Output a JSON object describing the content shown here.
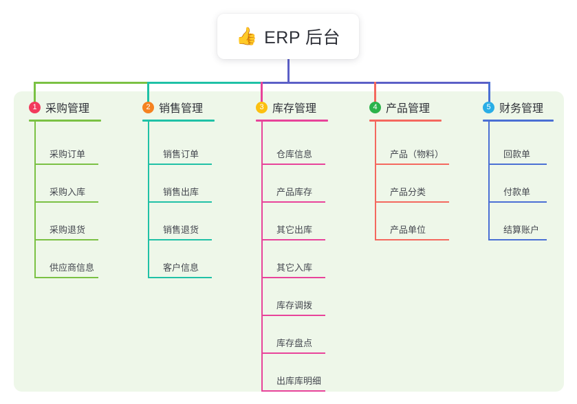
{
  "title": {
    "emoji": "👍",
    "emoji_name": "thumbs-up-emoji",
    "text": "ERP 后台"
  },
  "palette": {
    "panel_bg": "#eef7e9",
    "card_bg": "#ffffff",
    "text": "#2f3138",
    "item_text": "#44474f",
    "green": "#7ac143",
    "teal": "#1fc1a6",
    "pink": "#e8439a",
    "salmon": "#f4685e",
    "blue": "#4a6fd4",
    "purple": "#5b5fc7",
    "badge1": "#f23a5c",
    "badge2": "#f58220",
    "badge3": "#fcc010",
    "badge4": "#2bb34b",
    "badge5": "#2aaee6"
  },
  "columns": [
    {
      "index": "1",
      "badge_color": "#f23a5c",
      "line_color": "#7ac143",
      "title": "采购管理",
      "items": [
        "采购订单",
        "采购入库",
        "采购退货",
        "供应商信息"
      ]
    },
    {
      "index": "2",
      "badge_color": "#f58220",
      "line_color": "#1fc1a6",
      "title": "销售管理",
      "items": [
        "销售订单",
        "销售出库",
        "销售退货",
        "客户信息"
      ]
    },
    {
      "index": "3",
      "badge_color": "#fcc010",
      "line_color": "#e8439a",
      "title": "库存管理",
      "items": [
        "仓库信息",
        "产品库存",
        "其它出库",
        "其它入库",
        "库存调拨",
        "库存盘点",
        "出库库明细"
      ]
    },
    {
      "index": "4",
      "badge_color": "#2bb34b",
      "line_color": "#f4685e",
      "title": "产品管理",
      "items": [
        "产品（物料）",
        "产品分类",
        "产品单位"
      ]
    },
    {
      "index": "5",
      "badge_color": "#2aaee6",
      "line_color": "#4a6fd4",
      "title": "财务管理",
      "items": [
        "回款单",
        "付款单",
        "结算账户"
      ]
    }
  ]
}
